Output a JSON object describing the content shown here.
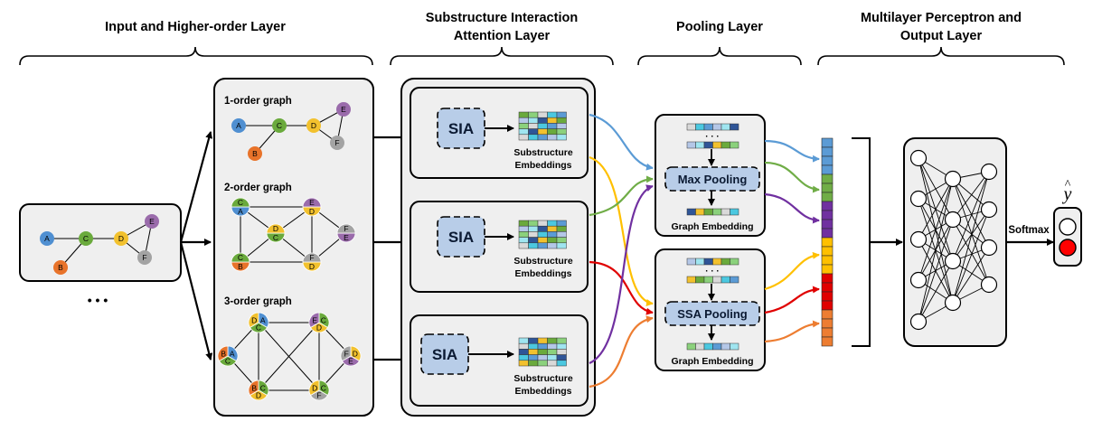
{
  "headers": {
    "input": "Input and Higher-order Layer",
    "sia_line1": "Substructure Interaction",
    "sia_line2": "Attention Layer",
    "pooling": "Pooling Layer",
    "mlp_line1": "Multilayer Perceptron and",
    "mlp_line2": "Output Layer"
  },
  "graphs": {
    "order1": "1-order graph",
    "order2": "2-order graph",
    "order3": "3-order graph",
    "ellipsis": "• • •"
  },
  "nodes": {
    "A": "A",
    "B": "B",
    "C": "C",
    "D": "D",
    "E": "E",
    "F": "F"
  },
  "node_colors": {
    "A": "#4f8fd1",
    "B": "#e8732a",
    "C": "#6aaa3c",
    "D": "#f2c12e",
    "E": "#9a6bab",
    "F": "#a3a3a3"
  },
  "sia": {
    "module": "SIA",
    "emb_line1": "Substructure",
    "emb_line2": "Embeddings"
  },
  "pooling": {
    "max": "Max Pooling",
    "ssa": "SSA Pooling",
    "graph_embedding": "Graph Embedding",
    "dots": "· · ·"
  },
  "output": {
    "softmax": "Softmax",
    "y_hat": "y",
    "hat": "^"
  },
  "colors": {
    "panel": "#efefef",
    "module_fill": "#b8cde8",
    "arrow_blue": "#5b9bd5",
    "arrow_green": "#70ad47",
    "arrow_purple": "#7030a0",
    "arrow_yellow": "#ffc000",
    "arrow_red": "#e00000",
    "arrow_orange": "#ed7d31",
    "output_red": "#ff0000"
  }
}
